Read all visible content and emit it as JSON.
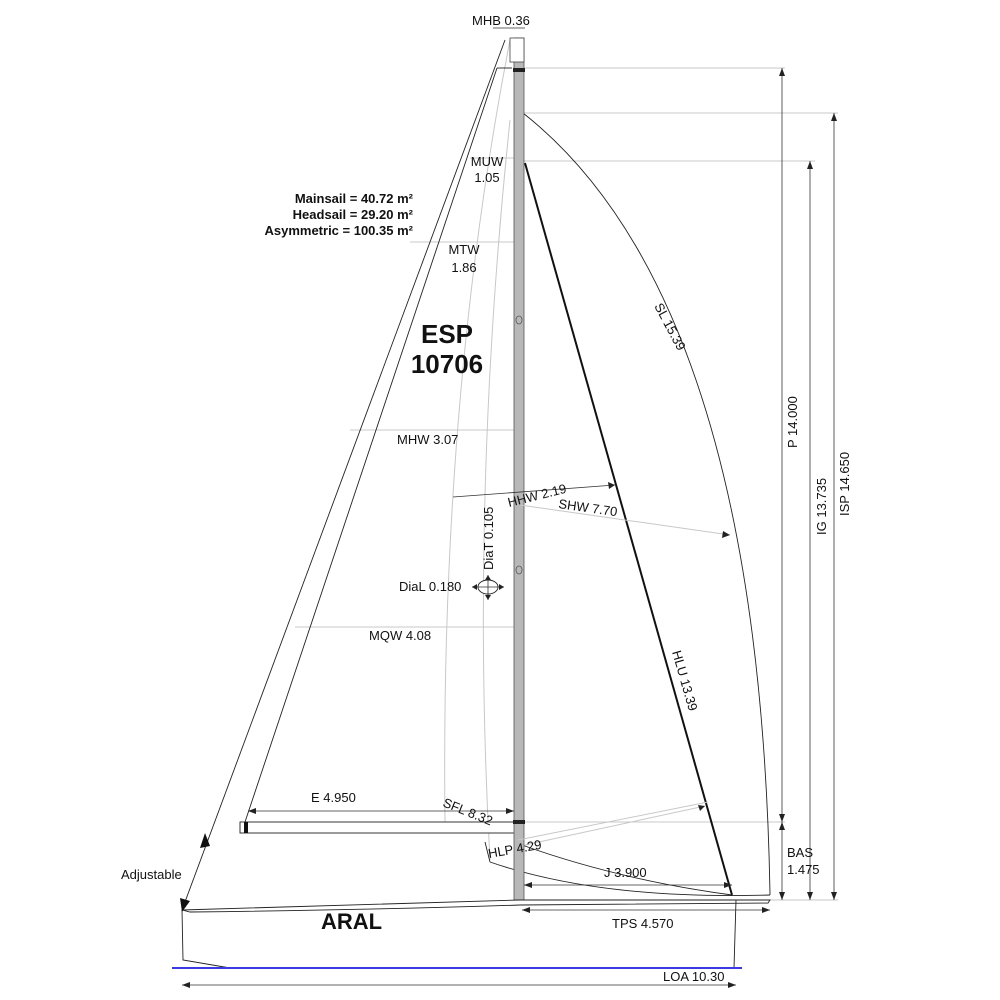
{
  "boat": {
    "hull_name": "ARAL",
    "sail_number_line1": "ESP",
    "sail_number_line2": "10706"
  },
  "areas": {
    "mainsail": "Mainsail = 40.72 m²",
    "headsail": "Headsail = 29.20 m²",
    "asymmetric": "Asymmetric = 100.35 m²"
  },
  "labels": {
    "mhb": "MHB 0.36",
    "muw_name": "MUW",
    "muw_value": "1.05",
    "mtw_name": "MTW",
    "mtw_value": "1.86",
    "mhw": "MHW 3.07",
    "mqw": "MQW 4.08",
    "hhw": "HHW 2.19",
    "shw": "SHW 7.70",
    "sl": "SL 15.39",
    "hlu": "HLU 13.39",
    "diat": "DiaT 0.105",
    "dial": "DiaL 0.180",
    "e": "E 4.950",
    "sfl": "SFL 8.32",
    "hlp": "HLP 4.29",
    "j": "J 3.900",
    "tps": "TPS 4.570",
    "loa": "LOA 10.30",
    "p": "P 14.000",
    "ig": "IG 13.735",
    "isp": "ISP 14.650",
    "bas_name": "BAS",
    "bas_value": "1.475",
    "adjustable": "Adjustable"
  },
  "colors": {
    "mast": "#b8b8b8",
    "waterline": "#3a3ae0",
    "lines": "#222222",
    "guides": "#c8c8c8"
  }
}
